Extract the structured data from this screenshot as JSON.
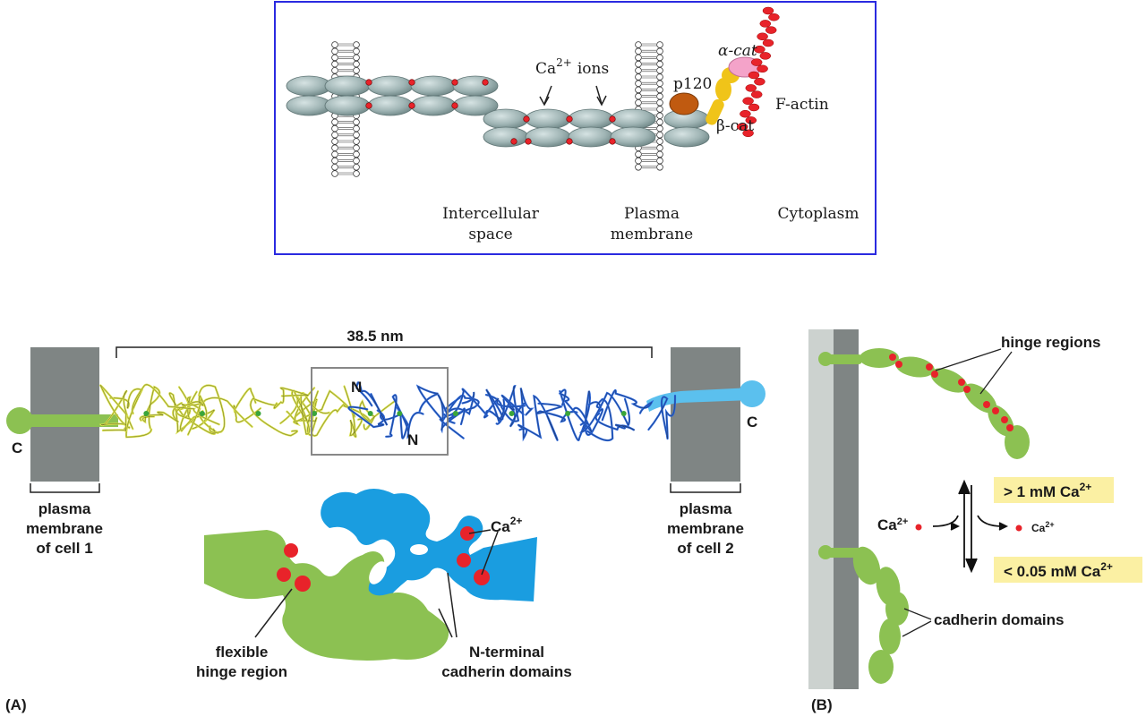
{
  "top_panel": {
    "border_color": "#2a2ae0",
    "ca_ions_label": "Ca2+ ions",
    "ca_base": "Ca",
    "ca_sup": "2+",
    "ions_word": "ions",
    "p120": "p120",
    "alpha_cat": "α-cat",
    "beta_cat": "β-cat",
    "f_actin": "F-actin",
    "intercellular_line1": "Intercellular",
    "intercellular_line2": "space",
    "plasma_line1": "Plasma",
    "plasma_line2": "membrane",
    "cytoplasm": "Cytoplasm"
  },
  "panel_a": {
    "panel_label": "(A)",
    "distance": "38.5 nm",
    "c_left": "C",
    "c_right": "C",
    "n_top": "N",
    "n_bottom": "N",
    "membrane1_line1": "plasma",
    "membrane1_line2": "membrane",
    "membrane1_line3": "of cell 1",
    "membrane2_line1": "plasma",
    "membrane2_line2": "membrane",
    "membrane2_line3": "of cell 2",
    "ca_base": "Ca",
    "ca_sup": "2+",
    "hinge_line1": "flexible",
    "hinge_line2": "hinge region",
    "nterm_line1": "N-terminal",
    "nterm_line2": "cadherin domains"
  },
  "panel_b": {
    "panel_label": "(B)",
    "hinge_regions": "hinge regions",
    "cadherin_domains": "cadherin domains",
    "high_prefix": "> 1 mM Ca",
    "low_prefix": "< 0.05 mM Ca",
    "sup": "2+",
    "ca_base": "Ca",
    "ca_sup": "2+"
  },
  "colors": {
    "green": "#8cc152",
    "blue": "#1a9de0",
    "red": "#e8232a",
    "membrane_gray": "#7f8584",
    "ellipse_gray": "#9fb4b4",
    "highlight": "#fbf0a3"
  }
}
